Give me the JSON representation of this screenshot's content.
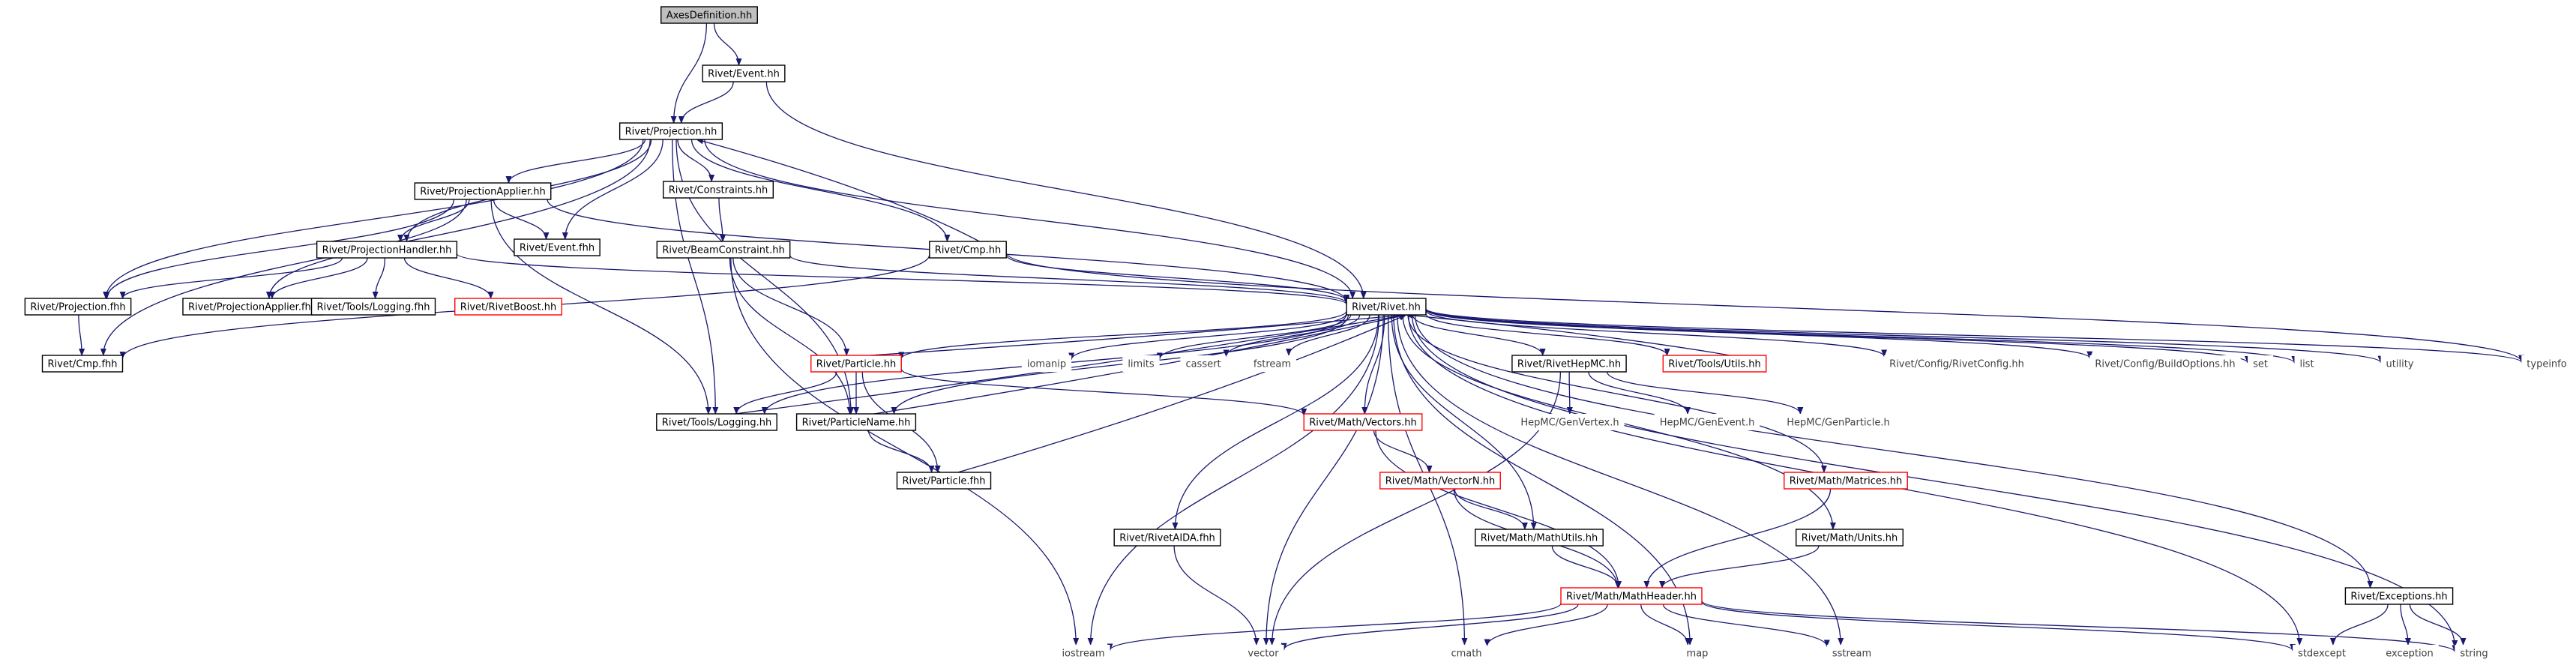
{
  "colors": {
    "edge": "#191970",
    "box_normal": "#000000",
    "box_missing": "#ff0000",
    "root_fill": "#bfbfbf",
    "plain_text": "#404040"
  },
  "nodes": [
    {
      "id": "axesdef",
      "label": "AxesDefinition.hh",
      "kind": "root"
    },
    {
      "id": "event_hh",
      "label": "Rivet/Event.hh",
      "kind": "normal"
    },
    {
      "id": "projection_hh",
      "label": "Rivet/Projection.hh",
      "kind": "normal"
    },
    {
      "id": "projapplier_hh",
      "label": "Rivet/ProjectionApplier.hh",
      "kind": "normal"
    },
    {
      "id": "constraints_hh",
      "label": "Rivet/Constraints.hh",
      "kind": "normal"
    },
    {
      "id": "beamconstraint_hh",
      "label": "Rivet/BeamConstraint.hh",
      "kind": "normal"
    },
    {
      "id": "cmp_hh",
      "label": "Rivet/Cmp.hh",
      "kind": "normal"
    },
    {
      "id": "projhandler_hh",
      "label": "Rivet/ProjectionHandler.hh",
      "kind": "normal"
    },
    {
      "id": "event_fhh",
      "label": "Rivet/Event.fhh",
      "kind": "normal"
    },
    {
      "id": "projection_fhh",
      "label": "Rivet/Projection.fhh",
      "kind": "normal"
    },
    {
      "id": "projapplier_fhh",
      "label": "Rivet/ProjectionApplier.fhh",
      "kind": "normal"
    },
    {
      "id": "tools_logging_fhh",
      "label": "Rivet/Tools/Logging.fhh",
      "kind": "normal"
    },
    {
      "id": "rivetboost_hh",
      "label": "Rivet/RivetBoost.hh",
      "kind": "missing"
    },
    {
      "id": "cmp_fhh",
      "label": "Rivet/Cmp.fhh",
      "kind": "normal"
    },
    {
      "id": "rivet_hh",
      "label": "Rivet/Rivet.hh",
      "kind": "normal"
    },
    {
      "id": "particle_hh",
      "label": "Rivet/Particle.hh",
      "kind": "missing"
    },
    {
      "id": "tools_logging_hh",
      "label": "Rivet/Tools/Logging.hh",
      "kind": "normal"
    },
    {
      "id": "particlename_hh",
      "label": "Rivet/ParticleName.hh",
      "kind": "normal"
    },
    {
      "id": "particle_fhh",
      "label": "Rivet/Particle.fhh",
      "kind": "normal"
    },
    {
      "id": "iomanip",
      "label": "iomanip",
      "kind": "plain"
    },
    {
      "id": "limits",
      "label": "limits",
      "kind": "plain"
    },
    {
      "id": "cassert",
      "label": "cassert",
      "kind": "plain"
    },
    {
      "id": "fstream",
      "label": "fstream",
      "kind": "plain"
    },
    {
      "id": "math_vectors_hh",
      "label": "Rivet/Math/Vectors.hh",
      "kind": "missing"
    },
    {
      "id": "math_vectorn_hh",
      "label": "Rivet/Math/VectorN.hh",
      "kind": "missing"
    },
    {
      "id": "math_mathutils_hh",
      "label": "Rivet/Math/MathUtils.hh",
      "kind": "normal"
    },
    {
      "id": "math_mathheader_hh",
      "label": "Rivet/Math/MathHeader.hh",
      "kind": "missing"
    },
    {
      "id": "rivethepmc_hh",
      "label": "Rivet/RivetHepMC.hh",
      "kind": "normal"
    },
    {
      "id": "hepmc_genvertex",
      "label": "HepMC/GenVertex.h",
      "kind": "plain"
    },
    {
      "id": "hepmc_genevent",
      "label": "HepMC/GenEvent.h",
      "kind": "plain"
    },
    {
      "id": "hepmc_genparticle",
      "label": "HepMC/GenParticle.h",
      "kind": "plain"
    },
    {
      "id": "tools_utils_hh",
      "label": "Rivet/Tools/Utils.hh",
      "kind": "missing"
    },
    {
      "id": "rivetconfig_hh",
      "label": "Rivet/Config/RivetConfig.hh",
      "kind": "plain"
    },
    {
      "id": "buildoptions_hh",
      "label": "Rivet/Config/BuildOptions.hh",
      "kind": "plain"
    },
    {
      "id": "set",
      "label": "set",
      "kind": "plain"
    },
    {
      "id": "list",
      "label": "list",
      "kind": "plain"
    },
    {
      "id": "utility",
      "label": "utility",
      "kind": "plain"
    },
    {
      "id": "typeinfo",
      "label": "typeinfo",
      "kind": "plain"
    },
    {
      "id": "math_matrices_hh",
      "label": "Rivet/Math/Matrices.hh",
      "kind": "missing"
    },
    {
      "id": "math_units_hh",
      "label": "Rivet/Math/Units.hh",
      "kind": "normal"
    },
    {
      "id": "rivetaida_fhh",
      "label": "Rivet/RivetAIDA.fhh",
      "kind": "normal"
    },
    {
      "id": "exceptions_hh",
      "label": "Rivet/Exceptions.hh",
      "kind": "normal"
    },
    {
      "id": "iostream",
      "label": "iostream",
      "kind": "plain"
    },
    {
      "id": "vector",
      "label": "vector",
      "kind": "plain"
    },
    {
      "id": "cmath",
      "label": "cmath",
      "kind": "plain"
    },
    {
      "id": "map",
      "label": "map",
      "kind": "plain"
    },
    {
      "id": "sstream",
      "label": "sstream",
      "kind": "plain"
    },
    {
      "id": "stdexcept",
      "label": "stdexcept",
      "kind": "plain"
    },
    {
      "id": "exception",
      "label": "exception",
      "kind": "plain"
    },
    {
      "id": "string",
      "label": "string",
      "kind": "plain"
    }
  ],
  "edges": [
    [
      "axesdef",
      "event_hh"
    ],
    [
      "axesdef",
      "projection_hh"
    ],
    [
      "event_hh",
      "projection_hh"
    ],
    [
      "event_hh",
      "rivet_hh"
    ],
    [
      "projection_hh",
      "projapplier_hh"
    ],
    [
      "projection_hh",
      "constraints_hh"
    ],
    [
      "projection_hh",
      "cmp_hh"
    ],
    [
      "projection_hh",
      "projhandler_hh"
    ],
    [
      "projection_hh",
      "event_fhh"
    ],
    [
      "projection_hh",
      "projection_fhh"
    ],
    [
      "projection_hh",
      "cmp_fhh"
    ],
    [
      "projection_hh",
      "tools_logging_hh"
    ],
    [
      "projection_hh",
      "particlename_hh"
    ],
    [
      "projection_hh",
      "rivet_hh"
    ],
    [
      "projapplier_hh",
      "projhandler_hh"
    ],
    [
      "projapplier_hh",
      "event_fhh"
    ],
    [
      "projapplier_hh",
      "projection_fhh"
    ],
    [
      "projapplier_hh",
      "projapplier_fhh"
    ],
    [
      "projapplier_hh",
      "tools_logging_hh"
    ],
    [
      "projapplier_hh",
      "rivet_hh"
    ],
    [
      "constraints_hh",
      "beamconstraint_hh"
    ],
    [
      "beamconstraint_hh",
      "rivet_hh"
    ],
    [
      "beamconstraint_hh",
      "particle_hh"
    ],
    [
      "beamconstraint_hh",
      "particlename_hh"
    ],
    [
      "beamconstraint_hh",
      "iostream"
    ],
    [
      "cmp_hh",
      "projection_hh"
    ],
    [
      "cmp_hh",
      "cmp_fhh"
    ],
    [
      "cmp_hh",
      "rivet_hh"
    ],
    [
      "cmp_hh",
      "typeinfo"
    ],
    [
      "projhandler_hh",
      "rivet_hh"
    ],
    [
      "projhandler_hh",
      "projection_fhh"
    ],
    [
      "projhandler_hh",
      "projapplier_fhh"
    ],
    [
      "projhandler_hh",
      "tools_logging_fhh"
    ],
    [
      "projhandler_hh",
      "rivetboost_hh"
    ],
    [
      "projection_fhh",
      "cmp_fhh"
    ],
    [
      "rivet_hh",
      "particle_hh"
    ],
    [
      "rivet_hh",
      "particlename_hh"
    ],
    [
      "rivet_hh",
      "tools_logging_hh"
    ],
    [
      "rivet_hh",
      "iomanip"
    ],
    [
      "rivet_hh",
      "limits"
    ],
    [
      "rivet_hh",
      "cassert"
    ],
    [
      "rivet_hh",
      "fstream"
    ],
    [
      "rivet_hh",
      "math_vectors_hh"
    ],
    [
      "rivet_hh",
      "rivethepmc_hh"
    ],
    [
      "rivet_hh",
      "tools_utils_hh"
    ],
    [
      "rivet_hh",
      "rivetconfig_hh"
    ],
    [
      "rivet_hh",
      "buildoptions_hh"
    ],
    [
      "rivet_hh",
      "set"
    ],
    [
      "rivet_hh",
      "list"
    ],
    [
      "rivet_hh",
      "utility"
    ],
    [
      "rivet_hh",
      "typeinfo"
    ],
    [
      "rivet_hh",
      "math_matrices_hh"
    ],
    [
      "rivet_hh",
      "math_units_hh"
    ],
    [
      "rivet_hh",
      "math_mathutils_hh"
    ],
    [
      "rivet_hh",
      "rivetaida_fhh"
    ],
    [
      "rivet_hh",
      "exceptions_hh"
    ],
    [
      "rivet_hh",
      "iostream"
    ],
    [
      "rivet_hh",
      "vector"
    ],
    [
      "rivet_hh",
      "cmath"
    ],
    [
      "rivet_hh",
      "map"
    ],
    [
      "rivet_hh",
      "sstream"
    ],
    [
      "rivet_hh",
      "stdexcept"
    ],
    [
      "rivet_hh",
      "string"
    ],
    [
      "particle_hh",
      "rivet_hh"
    ],
    [
      "particle_hh",
      "particlename_hh"
    ],
    [
      "particle_hh",
      "particle_fhh"
    ],
    [
      "particle_hh",
      "math_vectors_hh"
    ],
    [
      "particle_hh",
      "tools_logging_hh"
    ],
    [
      "tools_logging_hh",
      "rivet_hh"
    ],
    [
      "particlename_hh",
      "rivet_hh"
    ],
    [
      "particlename_hh",
      "particle_fhh"
    ],
    [
      "particle_fhh",
      "rivet_hh"
    ],
    [
      "math_vectors_hh",
      "math_vectorn_hh"
    ],
    [
      "math_vectors_hh",
      "math_mathheader_hh"
    ],
    [
      "math_vectorn_hh",
      "math_mathutils_hh"
    ],
    [
      "math_vectorn_hh",
      "math_mathheader_hh"
    ],
    [
      "math_mathutils_hh",
      "math_mathheader_hh"
    ],
    [
      "math_matrices_hh",
      "math_mathheader_hh"
    ],
    [
      "math_units_hh",
      "math_mathheader_hh"
    ],
    [
      "math_mathheader_hh",
      "iostream"
    ],
    [
      "math_mathheader_hh",
      "vector"
    ],
    [
      "math_mathheader_hh",
      "cmath"
    ],
    [
      "math_mathheader_hh",
      "map"
    ],
    [
      "math_mathheader_hh",
      "sstream"
    ],
    [
      "math_mathheader_hh",
      "stdexcept"
    ],
    [
      "math_mathheader_hh",
      "string"
    ],
    [
      "rivethepmc_hh",
      "hepmc_genvertex"
    ],
    [
      "rivethepmc_hh",
      "hepmc_genevent"
    ],
    [
      "rivethepmc_hh",
      "hepmc_genparticle"
    ],
    [
      "rivethepmc_hh",
      "vector"
    ],
    [
      "tools_utils_hh",
      "rivet_hh"
    ],
    [
      "rivetaida_fhh",
      "vector"
    ],
    [
      "exceptions_hh",
      "stdexcept"
    ],
    [
      "exceptions_hh",
      "exception"
    ],
    [
      "exceptions_hh",
      "string"
    ]
  ]
}
